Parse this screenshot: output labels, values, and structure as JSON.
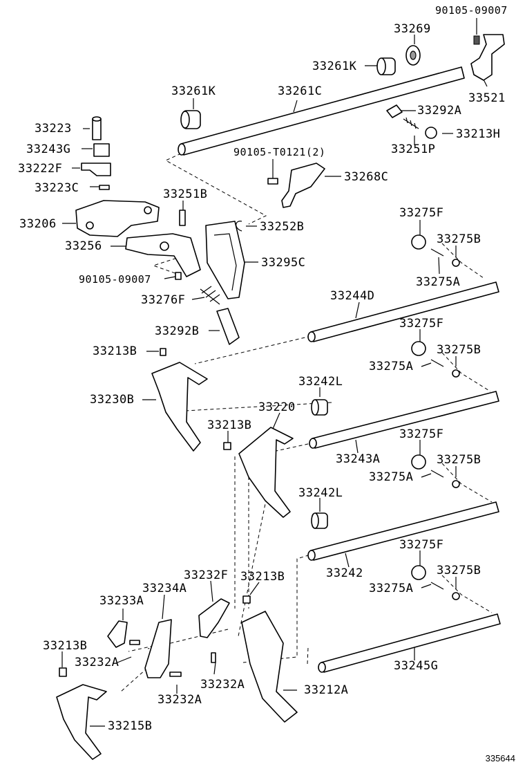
{
  "colors": {
    "ink": "#000000",
    "paper": "#ffffff",
    "shade": "#9a9a9a"
  },
  "labels": {
    "p90105_09007_top": "90105-09007",
    "p33269": "33269",
    "p33261k_top": "33261K",
    "p33521": "33521",
    "p33261k_left": "33261K",
    "p33261c": "33261C",
    "p33292a": "33292A",
    "p33223": "33223",
    "p33213h": "33213H",
    "p33243g": "33243G",
    "p33251p": "33251P",
    "p90105_t0121": "90105-T0121(2)",
    "p33222f": "33222F",
    "p33268c": "33268C",
    "p33223c": "33223C",
    "p33251b": "33251B",
    "p33275f_1": "33275F",
    "p33206": "33206",
    "p33252b": "33252B",
    "p33275b_1": "33275B",
    "p33256": "33256",
    "p33295c": "33295C",
    "p90105_09007_mid": "90105-09007",
    "p33275a_1": "33275A",
    "p33244d": "33244D",
    "p33276f": "33276F",
    "p33275f_2": "33275F",
    "p33292b": "33292B",
    "p33275b_2": "33275B",
    "p33213b_1": "33213B",
    "p33275a_2": "33275A",
    "p33242l_1": "33242L",
    "p33230b": "33230B",
    "p33220": "33220",
    "p33213b_2": "33213B",
    "p33275f_3": "33275F",
    "p33243a": "33243A",
    "p33275b_3": "33275B",
    "p33275a_3": "33275A",
    "p33242l_2": "33242L",
    "p33275f_4": "33275F",
    "p33242": "33242",
    "p33275b_4": "33275B",
    "p33232f": "33232F",
    "p33213b_3": "33213B",
    "p33234a": "33234A",
    "p33275a_4": "33275A",
    "p33233a": "33233A",
    "p33213b_4": "33213B",
    "p33245g": "33245G",
    "p33232a_1": "33232A",
    "p33232a_2": "33232A",
    "p33212a": "33212A",
    "p33232a_3": "33232A",
    "p33215b": "33215B",
    "catalog_number": "335644"
  }
}
